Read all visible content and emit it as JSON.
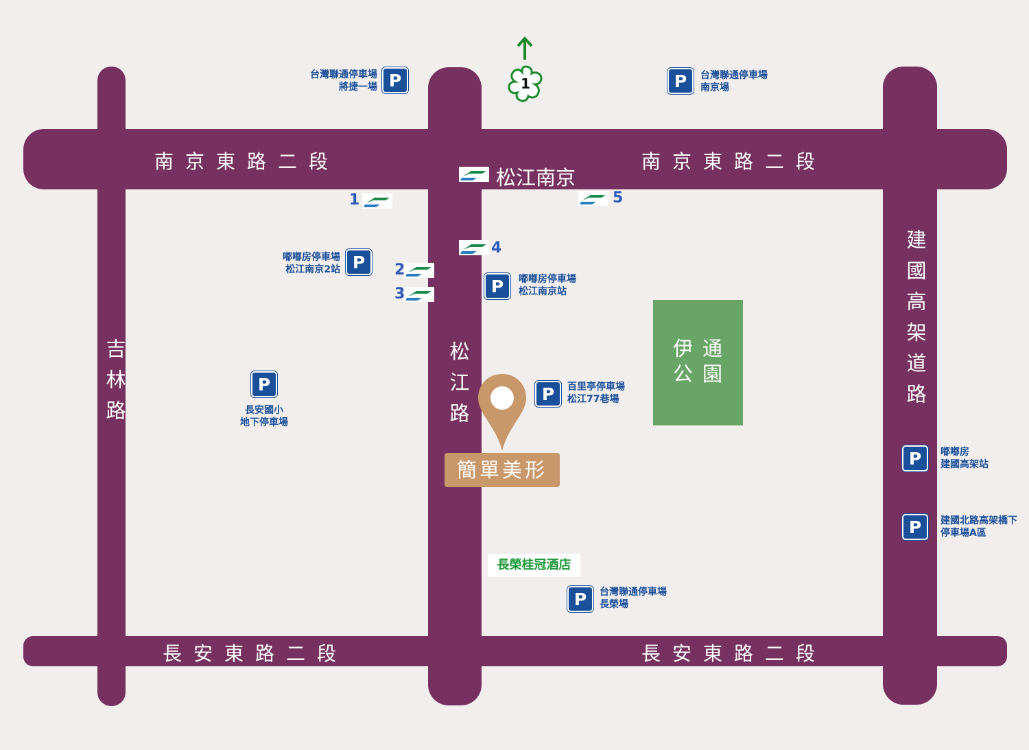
{
  "roads": {
    "nanjing_east_west": "南京東路二段",
    "nanjing_east_east": "南京東路二段",
    "changan_east_west": "長安東路二段",
    "changan_east_east": "長安東路二段",
    "jilin": "吉林路",
    "songjiang": "松江路",
    "jianguo": "建國高架道路"
  },
  "metro": {
    "station_name": "松江南京",
    "exits": [
      "1",
      "2",
      "3",
      "4",
      "5"
    ]
  },
  "highway": {
    "number": "1",
    "arrow": "north-arrow-icon"
  },
  "parking": [
    {
      "line1": "台灣聯通停車場",
      "line2": "將捷一場"
    },
    {
      "line1": "台灣聯通停車場",
      "line2": "南京場"
    },
    {
      "line1": "嘟嘟房停車場",
      "line2": "松江南京2站"
    },
    {
      "line1": "嘟嘟房停車場",
      "line2": "松江南京站"
    },
    {
      "line1": "長安國小",
      "line2": "地下停車場"
    },
    {
      "line1": "百里亭停車場",
      "line2": "松江77巷場"
    },
    {
      "line1": "嘟嘟房",
      "line2": "建國高架站"
    },
    {
      "line1": "建國北路高架橋下",
      "line2": "停車場A區"
    },
    {
      "line1": "台灣聯通停車場",
      "line2": "長榮場"
    }
  ],
  "park": {
    "line1": "伊通",
    "line2": "公園"
  },
  "destination": {
    "name": "簡單美形",
    "pin_icon": "location-pin-icon"
  },
  "landmark": {
    "hotel": "長榮桂冠酒店"
  },
  "colors": {
    "road": "#763160",
    "park": "#68a566",
    "parking": "#1a4f9a",
    "pin": "#c8976a",
    "metro_exit": "#2d5ab8",
    "highway": "#1a8a2a",
    "background": "#f3eeee"
  }
}
